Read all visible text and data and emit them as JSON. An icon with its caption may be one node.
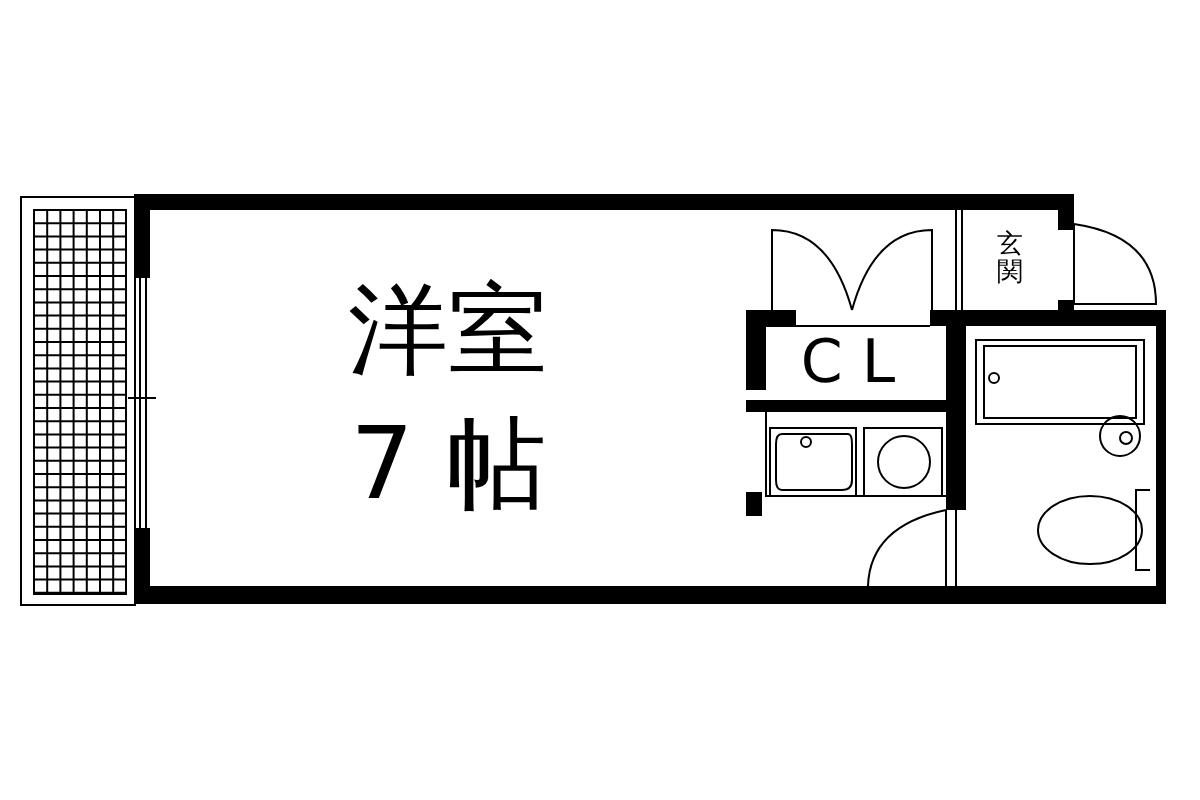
{
  "diagram": {
    "nodes": [
      {
        "text": [
          "洋室",
          "7 帖"
        ]
      },
      {
        "text": [
          "C L"
        ]
      },
      {
        "text": [
          "玄関"
        ]
      }
    ]
  }
}
